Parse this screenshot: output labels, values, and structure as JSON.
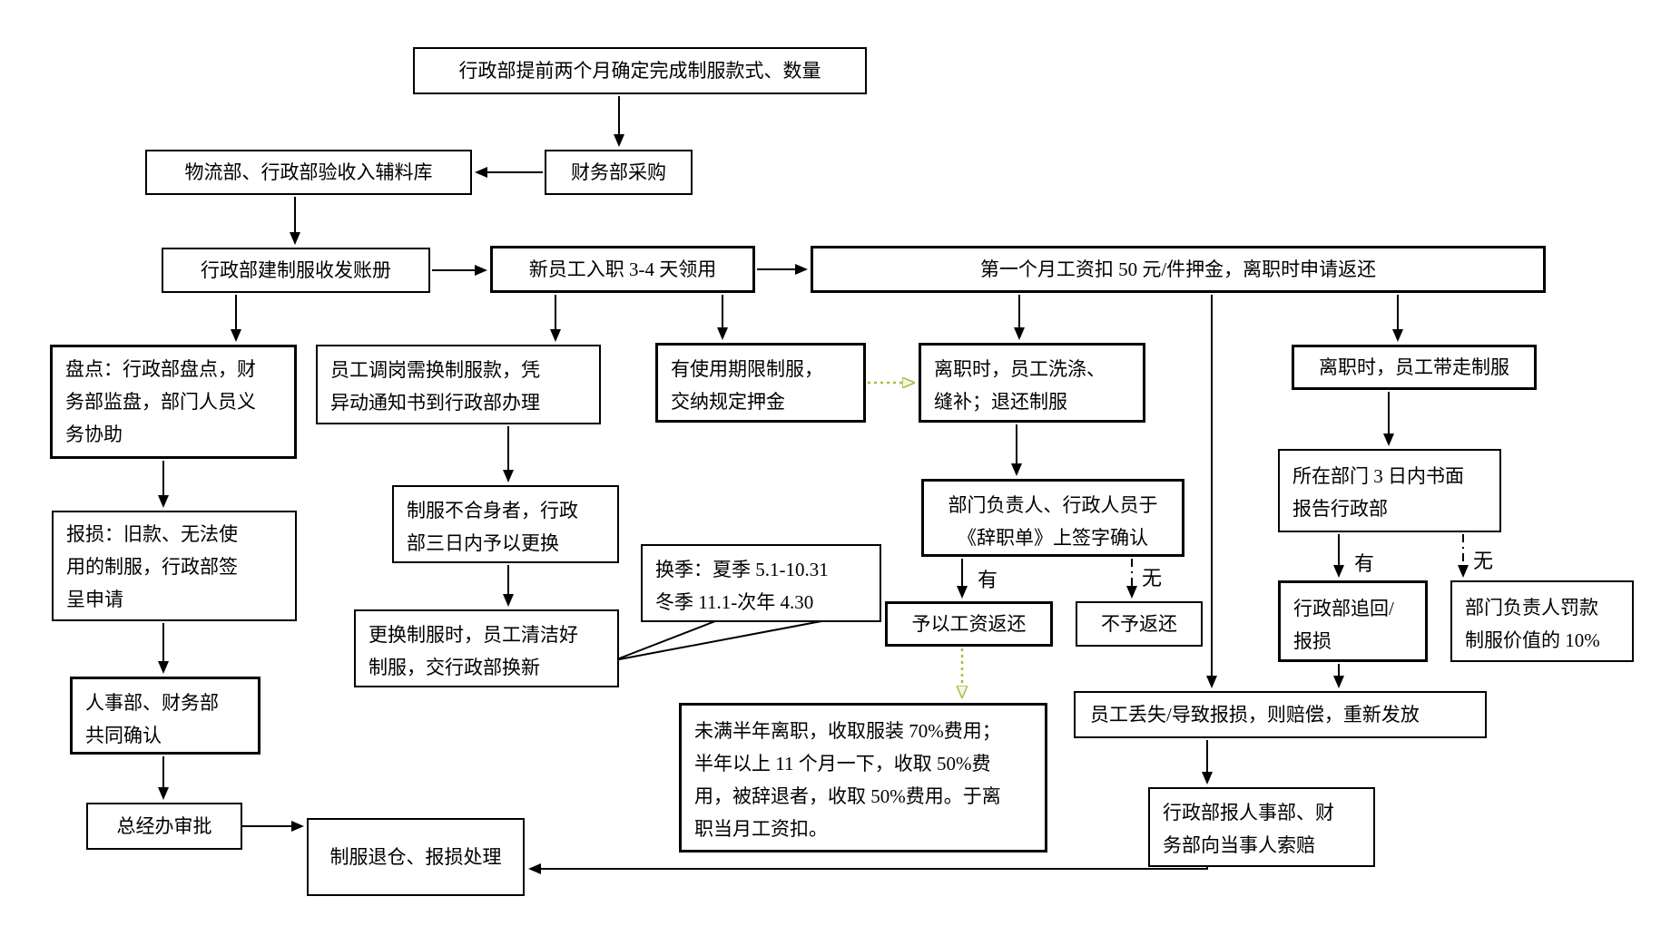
{
  "colors": {
    "line": "#000000",
    "green_arrow": "#a9bd3c",
    "box_border": "#000000",
    "box_bg": "#ffffff"
  },
  "boxes": {
    "admin_determine": {
      "text": "行政部提前两个月确定完成制服款式、数量"
    },
    "finance_purchase": {
      "text": "财务部采购"
    },
    "logistics_accept": {
      "text": "物流部、行政部验收入辅料库"
    },
    "ledger": {
      "text": "行政部建制服收发账册"
    },
    "new_employee": {
      "text": "新员工入职 3-4 天领用"
    },
    "deposit": {
      "text": "第一个月工资扣 50 元/件押金，离职时申请返还"
    },
    "inventory": {
      "lines": [
        "盘点：行政部盘点，财",
        "务部监盘，部门人员义",
        "务协助"
      ]
    },
    "transfer": {
      "lines": [
        "员工调岗需换制服款，凭",
        "异动通知书到行政部办理"
      ]
    },
    "limited_term": {
      "lines": [
        "有使用期限制服，",
        "交纳规定押金"
      ]
    },
    "resign_wash": {
      "lines": [
        "离职时，员工洗涤、",
        "缝补；退还制服"
      ]
    },
    "resign_take": {
      "text": "离职时，员工带走制服"
    },
    "damage": {
      "lines": [
        "报损：旧款、无法使",
        "用的制服，行政部签",
        "呈申请"
      ]
    },
    "ill_fitting": {
      "lines": [
        "制服不合身者，行政",
        "部三日内予以更换"
      ]
    },
    "season_note": {
      "lines": [
        "换季：夏季 5.1-10.31",
        "冬季 11.1-次年 4.30"
      ]
    },
    "replace_clean": {
      "lines": [
        "更换制服时，员工清洁好",
        "制服，交行政部换新"
      ]
    },
    "sign_confirm": {
      "lines": [
        "部门负责人、行政人员于",
        "《辞职单》上签字确认"
      ]
    },
    "return_salary": {
      "text": "予以工资返还"
    },
    "no_return": {
      "text": "不予返还"
    },
    "dept_report": {
      "lines": [
        "所在部门 3 日内书面",
        "报告行政部"
      ]
    },
    "admin_recover": {
      "lines": [
        "行政部追回/",
        "报损"
      ]
    },
    "manager_fine": {
      "lines": [
        "部门负责人罚款",
        "制服价值的 10%"
      ]
    },
    "lost_compensate": {
      "text": "员工丢失/导致报损，则赔偿，重新发放"
    },
    "half_year_fee": {
      "lines": [
        "未满半年离职，收取服装 70%费用；",
        "半年以上 11 个月一下，收取 50%费",
        "用，被辞退者，收取 50%费用。于离",
        "职当月工资扣。"
      ]
    },
    "claim": {
      "lines": [
        "行政部报人事部、财",
        "务部向当事人索赔"
      ]
    },
    "hr_finance_confirm": {
      "lines": [
        "人事部、财务部",
        "共同确认"
      ]
    },
    "gm_approve": {
      "text": "总经办审批"
    },
    "warehouse_return": {
      "text": "制服退仓、报损处理"
    }
  },
  "edge_labels": {
    "sign_yes": "有",
    "sign_no": "无",
    "report_yes": "有",
    "report_no": "无"
  }
}
